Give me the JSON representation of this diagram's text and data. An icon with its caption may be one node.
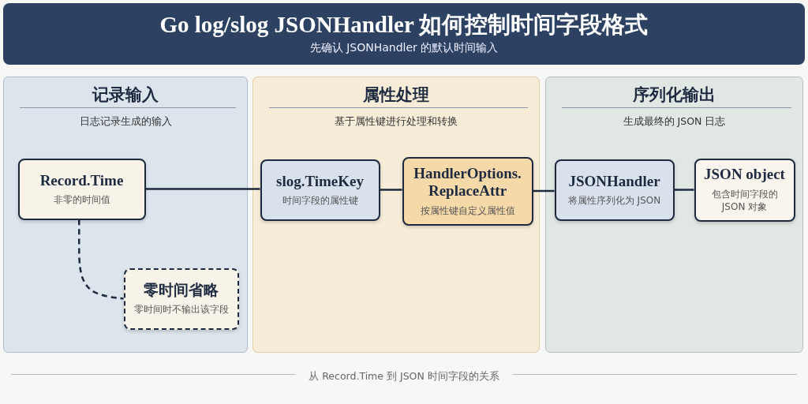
{
  "diagram": {
    "title": "Go log/slog JSONHandler 如何控制时间字段格式",
    "caption": "从 Record.Time 到 JSON 时间字段的关系",
    "nodes": [
      {
        "text": [
          "记录输入",
          "日志记录生成的输入"
        ]
      },
      {
        "text": [
          "属性处理",
          "基于属性键进行处理和转换"
        ]
      },
      {
        "text": [
          "序列化输出",
          "生成最终的 JSON 日志"
        ]
      },
      {
        "text": [
          "Record.Time",
          "非零的时间值"
        ],
        "in": 0
      },
      {
        "text": [
          "零时间省略",
          "零时间时不输出该字段"
        ],
        "in": 0
      },
      {
        "text": [
          "slog.TimeKey",
          "时间字段的属性键"
        ],
        "in": 1
      },
      {
        "text": [
          "HandlerOptions. ReplaceAttr",
          "按属性键自定义属性值"
        ],
        "in": 1
      },
      {
        "text": [
          "JSONHandler",
          "将属性序列化为 JSON"
        ],
        "in": 2
      },
      {
        "text": [
          "JSON object",
          "包含时间字段的 JSON 对象"
        ],
        "in": 2
      }
    ],
    "edges": [
      {
        "from": 3,
        "to": 5,
        "arrow": "none"
      },
      {
        "from": 5,
        "to": 6,
        "arrow": "none"
      },
      {
        "from": 6,
        "to": 7,
        "arrow": "none"
      },
      {
        "from": 7,
        "to": 8,
        "arrow": "none"
      },
      {
        "from": 3,
        "to": 4,
        "arrow": "none",
        "style": "dashed"
      }
    ],
    "labels": [
      "先确认 JSONHandler 的默认时间输入"
    ]
  }
}
